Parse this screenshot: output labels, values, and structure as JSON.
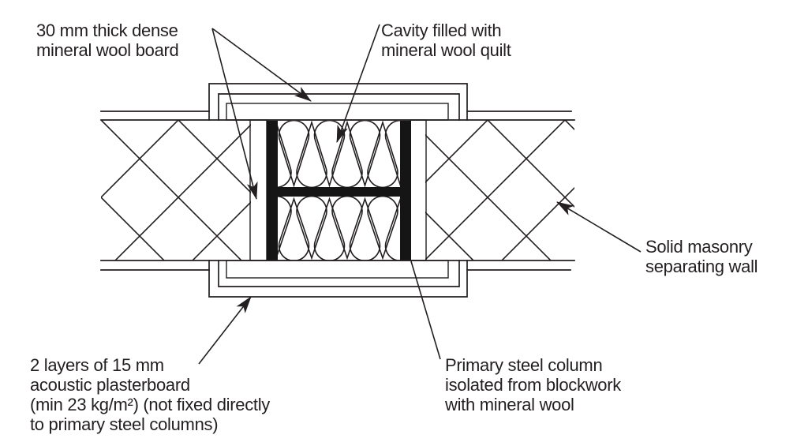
{
  "figure": {
    "type": "construction-detail-drawing",
    "labels": {
      "mineral_wool_board": "30 mm thick dense\nmineral wool board",
      "cavity_quilt": "Cavity filled with\nmineral wool quilt",
      "solid_masonry": "Solid masonry\nseparating wall",
      "plasterboard": "2 layers of 15 mm\nacoustic plasterboard\n(min 23 kg/m²) (not fixed directly\nto primary steel columns)",
      "steel_column": "Primary steel column\nisolated from blockwork\nwith mineral wool"
    }
  },
  "colors": {
    "line": "#231f20",
    "steel": "#151515",
    "background": "#ffffff"
  }
}
